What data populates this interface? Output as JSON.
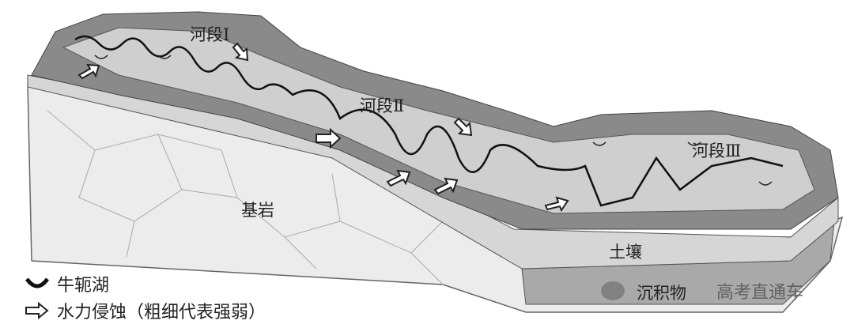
{
  "labels": {
    "reach1": "河段Ⅰ",
    "reach2": "河段Ⅱ",
    "reach3": "河段Ⅲ",
    "bedrock": "基岩",
    "soil": "土壤",
    "sediment": "沉积物"
  },
  "legend": [
    {
      "icon": "oxbow-lake-arc-icon",
      "label": "牛轭湖"
    },
    {
      "icon": "hollow-arrow-icon",
      "label": "水力侵蚀（粗细代表强弱）"
    }
  ],
  "watermark": "高考直通车",
  "colors": {
    "bedrock": "#ebebeb",
    "soil": "#d6d6d6",
    "sediment": "#a9a9a9",
    "bank_dark": "#7a7a7a",
    "floodplain": "#cfcfcf"
  }
}
